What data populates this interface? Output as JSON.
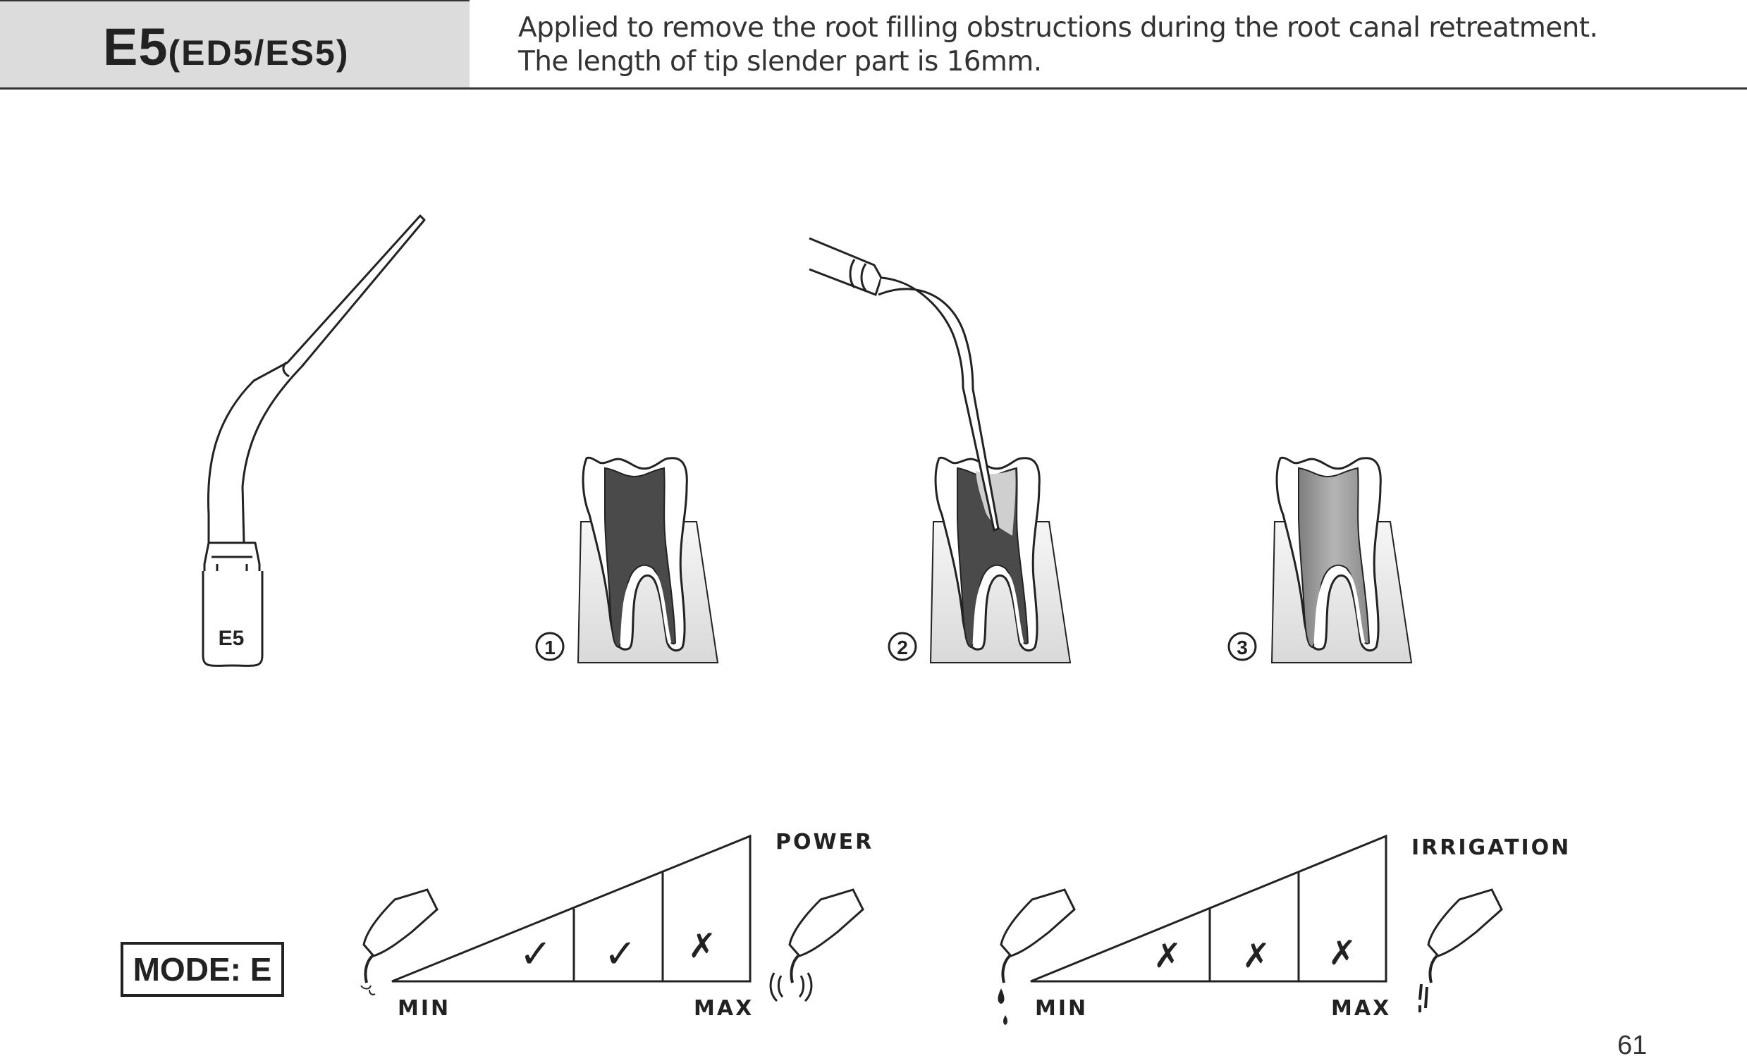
{
  "header": {
    "code": "E5",
    "variants": "(ED5/ES5)",
    "description_line1": "Applied to remove the root filling obstructions during the root canal retreatment.",
    "description_line2": "The length of tip slender part is 16mm."
  },
  "tip_illustration": {
    "tip_label": "E5"
  },
  "steps": [
    {
      "number": "1"
    },
    {
      "number": "2"
    },
    {
      "number": "3"
    }
  ],
  "mode": {
    "label": "MODE: E"
  },
  "power_scale": {
    "title": "POWER",
    "min_label": "MIN",
    "max_label": "MAX",
    "marks": [
      "✓",
      "✓",
      "✗"
    ]
  },
  "irrigation_scale": {
    "title": "IRRIGATION",
    "min_label": "MIN",
    "max_label": "MAX",
    "marks": [
      "✗",
      "✗",
      "✗"
    ]
  },
  "page_number": "61",
  "colors": {
    "header_band": "#dcdcdc",
    "ink": "#222222",
    "canal_dark": "#4a4a4a",
    "canal_gray": "#9a9a9a",
    "bone": "#e4e4e4"
  }
}
